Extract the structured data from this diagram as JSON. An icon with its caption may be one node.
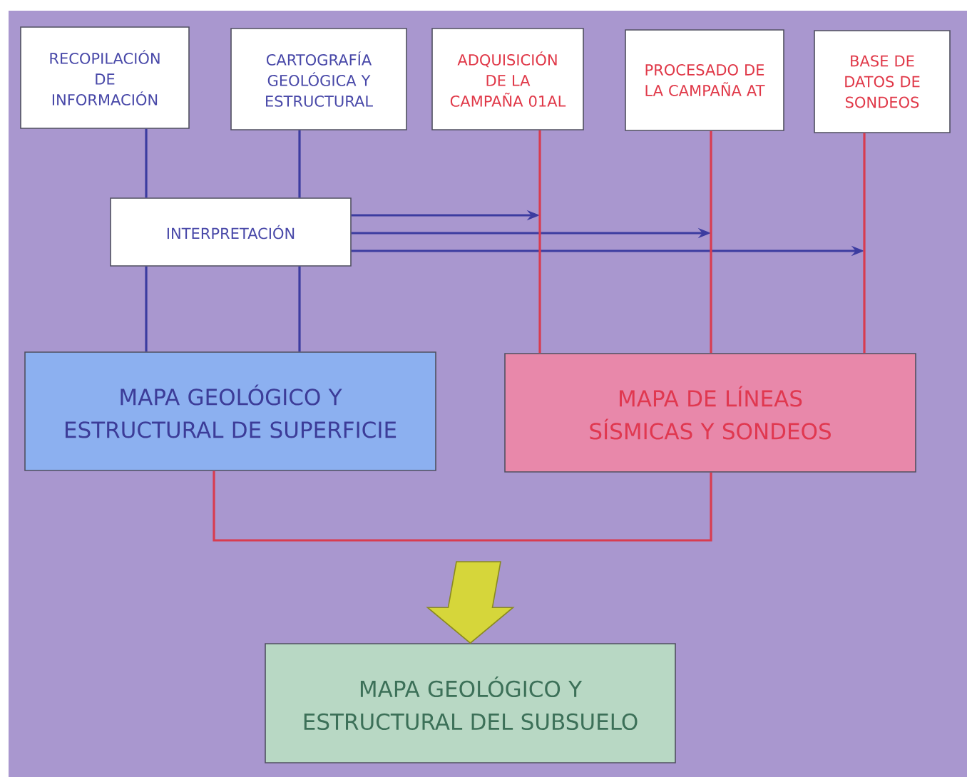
{
  "diagram": {
    "nodes": [
      {
        "text": [
          "RECOPILACIÓN DE INFORMACIÓN"
        ]
      },
      {
        "text": [
          "CARTOGRAFÍA GEOLÓGICA Y ESTRUCTURAL"
        ]
      },
      {
        "text": [
          "ADQUISICIÓN DE LA CAMPAÑA 01AL"
        ]
      },
      {
        "text": [
          "PROCESADO DE LA CAMPAÑA AT"
        ]
      },
      {
        "text": [
          "BASE DE DATOS DE SONDEOS"
        ]
      },
      {
        "text": [
          "INTERPRETACIÓN"
        ]
      },
      {
        "text": [
          "MAPA GEOLÓGICO Y ESTRUCTURAL DE SUPERFICIE"
        ]
      },
      {
        "text": [
          "MAPA DE LÍNEAS SÍSMICAS Y SONDEOS"
        ]
      },
      {
        "text": [
          "MAPA GEOLÓGICO Y ESTRUCTURAL DEL SUBSUELO"
        ]
      }
    ],
    "edges": [
      {
        "from": 0,
        "to": 5,
        "arrow": "none"
      },
      {
        "from": 1,
        "to": 5,
        "arrow": "none"
      },
      {
        "from": 5,
        "to": 6,
        "arrow": "none"
      },
      {
        "from": 5,
        "to": 6,
        "arrow": "none"
      },
      {
        "from": 5,
        "to": null,
        "arrow": "to"
      },
      {
        "from": 5,
        "to": null,
        "arrow": "to"
      },
      {
        "from": 5,
        "to": null,
        "arrow": "to"
      },
      {
        "from": 2,
        "to": 7,
        "arrow": "none",
        "color": "#d83c50"
      },
      {
        "from": 3,
        "to": 7,
        "arrow": "none",
        "color": "#d83c50"
      },
      {
        "from": 4,
        "to": 7,
        "arrow": "none",
        "color": "#d83c50"
      },
      {
        "from": 6,
        "to": 7,
        "arrow": "none",
        "color": "#d83c50"
      },
      {
        "from": null,
        "to": 8,
        "arrow": "to",
        "color": "#d6d63a"
      }
    ]
  }
}
